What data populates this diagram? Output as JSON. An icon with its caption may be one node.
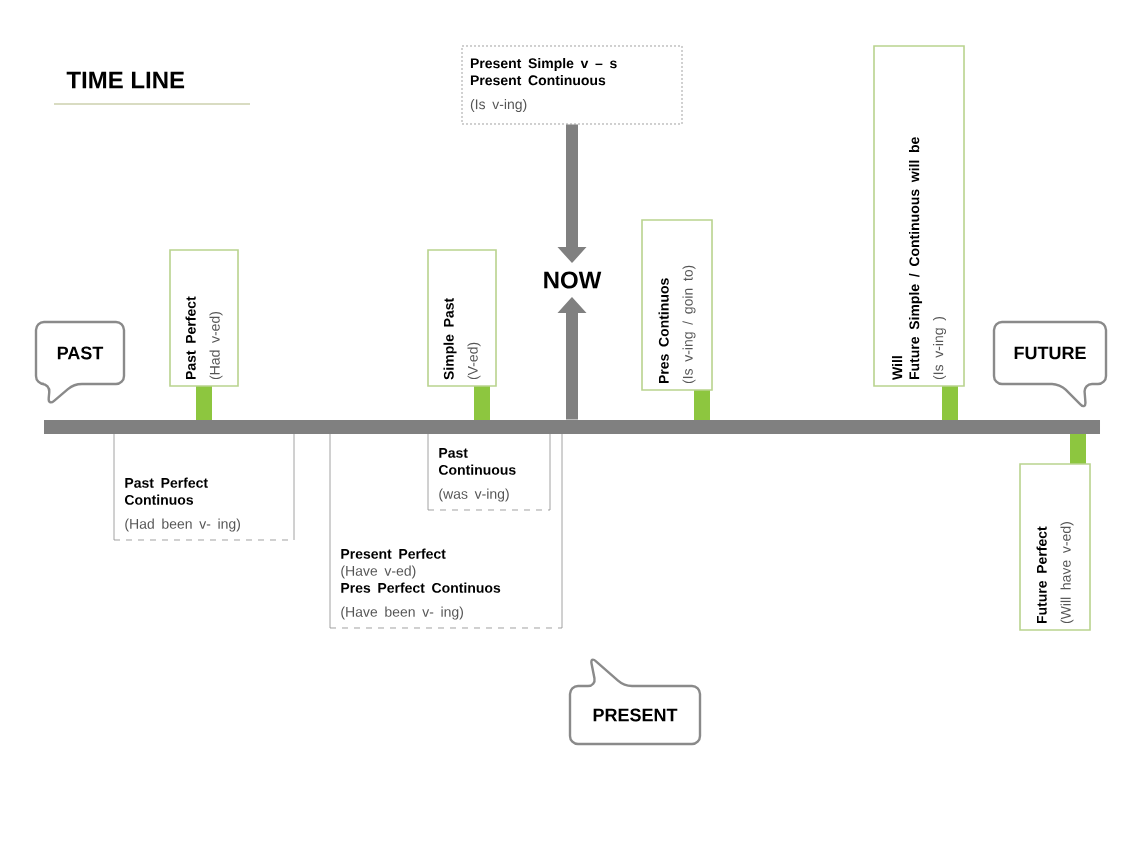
{
  "diagram": {
    "title": "TIME LINE",
    "nodes": [
      {
        "text": [
          "PAST"
        ]
      },
      {
        "text": [
          "Past Perfect",
          "(Had v-ed)"
        ]
      },
      {
        "text": [
          "Simple Past",
          "(V-ed)"
        ]
      },
      {
        "text": [
          "Present Simple  v – s",
          "Present Continuous",
          "(Is v-ing)"
        ]
      },
      {
        "text": [
          "NOW"
        ]
      },
      {
        "text": [
          "Pres Continuos",
          "(Is v-ing / goin to)"
        ]
      },
      {
        "text": [
          "Will",
          "Future Simple / Continuous will be",
          "(Is v-ing )"
        ]
      },
      {
        "text": [
          "FUTURE"
        ]
      },
      {
        "text": [
          "Past Perfect Continuos",
          "(Had been v- ing)"
        ]
      },
      {
        "text": [
          "Present Perfect",
          "(Have v-ed)",
          "Pres Perfect Continuos",
          "(Have been v- ing)"
        ]
      },
      {
        "text": [
          "Past Continuous",
          "(was v-ing)"
        ],
        "in": 9
      },
      {
        "text": [
          "Future Perfect",
          "(Will have v-ed)"
        ]
      },
      {
        "text": [
          "PRESENT"
        ]
      },
      {
        "text": [],
        "shape": "bar"
      }
    ],
    "edges": [
      {
        "from": 3,
        "to": 4,
        "arrow": "to"
      },
      {
        "from": 13,
        "to": 4,
        "arrow": "to"
      }
    ]
  }
}
